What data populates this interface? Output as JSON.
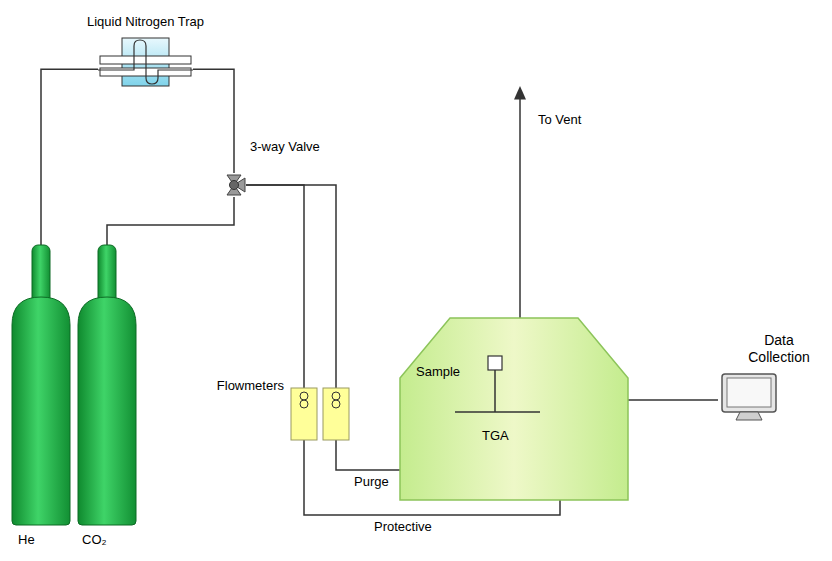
{
  "diagram": {
    "nodes": [
      {
        "text": [
          "He"
        ]
      },
      {
        "text": [
          "CO₂"
        ]
      },
      {
        "text": [
          "Liquid Nitrogen Trap"
        ]
      },
      {
        "text": [
          "3-way Valve"
        ]
      },
      {
        "text": [
          "Sample",
          "TGA"
        ]
      },
      {
        "text": [
          "Data Collection"
        ]
      }
    ],
    "edges": [
      {
        "from": 0,
        "to": 2,
        "arrow": "none"
      },
      {
        "from": 2,
        "to": 3,
        "arrow": "none"
      },
      {
        "from": 1,
        "to": 3,
        "arrow": "none"
      },
      {
        "from": 3,
        "to": 4,
        "label": "Purge",
        "arrow": "none"
      },
      {
        "from": 3,
        "to": 4,
        "label": "Protective",
        "arrow": "none"
      },
      {
        "from": 4,
        "to": 5,
        "arrow": "none"
      }
    ],
    "labels": [
      "Flowmeters",
      "To Vent"
    ]
  }
}
